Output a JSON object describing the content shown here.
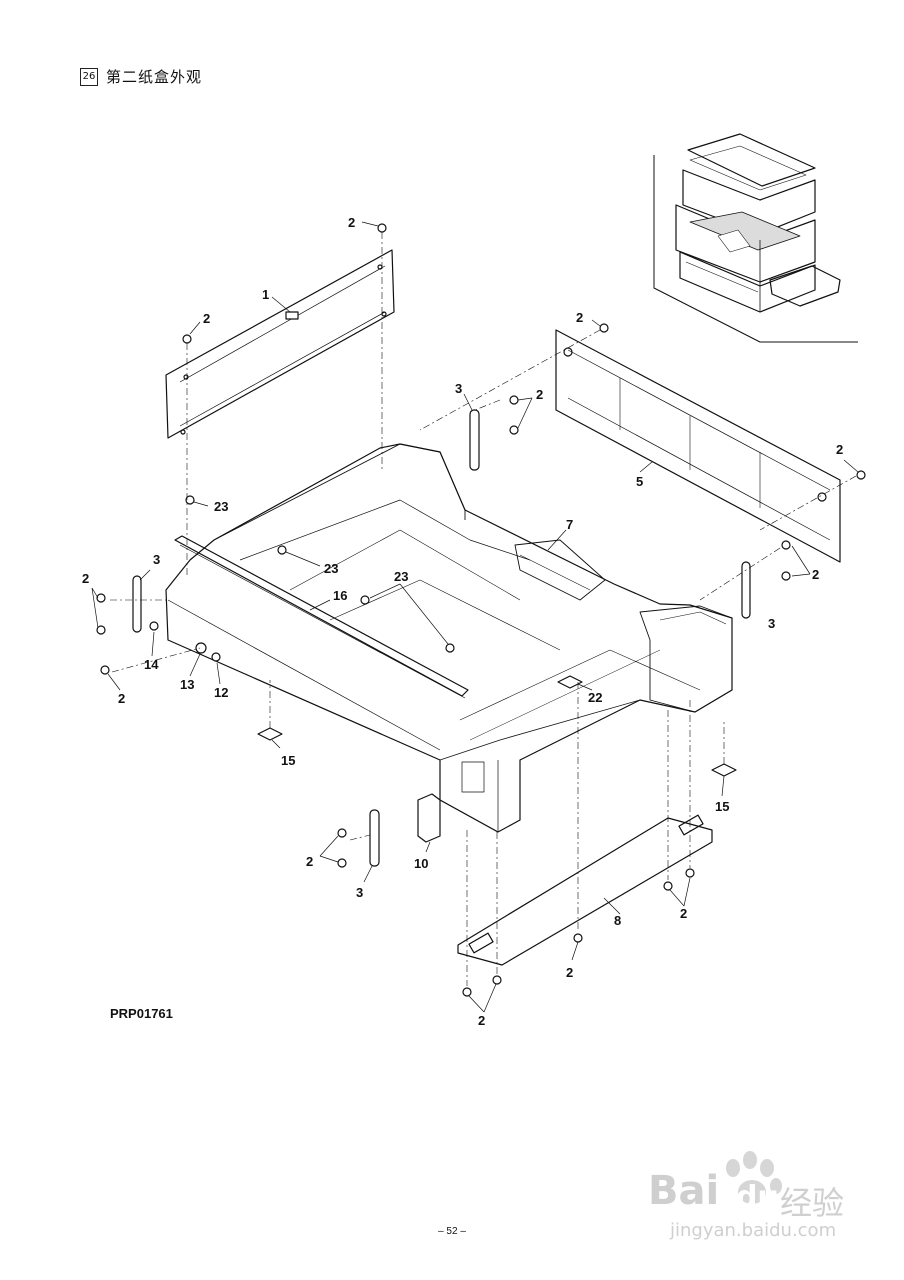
{
  "header": {
    "section_number": "26",
    "title": "第二纸盒外观"
  },
  "drawing_code": "PRP01761",
  "page_number": "– 52 –",
  "watermark": {
    "brand_a": "Bai",
    "brand_b": "du",
    "brand_c": "经验",
    "url": "jingyan.baidu.com"
  },
  "callouts": [
    {
      "id": "c1",
      "text": "2"
    },
    {
      "id": "c2",
      "text": "1"
    },
    {
      "id": "c3",
      "text": "2"
    },
    {
      "id": "c4",
      "text": "2"
    },
    {
      "id": "c5",
      "text": "3"
    },
    {
      "id": "c6",
      "text": "2"
    },
    {
      "id": "c7",
      "text": "5"
    },
    {
      "id": "c8",
      "text": "2"
    },
    {
      "id": "c9",
      "text": "23"
    },
    {
      "id": "c10",
      "text": "7"
    },
    {
      "id": "c11",
      "text": "3"
    },
    {
      "id": "c12",
      "text": "23"
    },
    {
      "id": "c13",
      "text": "2"
    },
    {
      "id": "c14",
      "text": "23"
    },
    {
      "id": "c15",
      "text": "16"
    },
    {
      "id": "c16",
      "text": "2"
    },
    {
      "id": "c17",
      "text": "3"
    },
    {
      "id": "c18",
      "text": "14"
    },
    {
      "id": "c19",
      "text": "13"
    },
    {
      "id": "c20",
      "text": "12"
    },
    {
      "id": "c21",
      "text": "2"
    },
    {
      "id": "c22",
      "text": "22"
    },
    {
      "id": "c23",
      "text": "15"
    },
    {
      "id": "c24",
      "text": "15"
    },
    {
      "id": "c25",
      "text": "2"
    },
    {
      "id": "c26",
      "text": "10"
    },
    {
      "id": "c27",
      "text": "3"
    },
    {
      "id": "c28",
      "text": "8"
    },
    {
      "id": "c29",
      "text": "2"
    },
    {
      "id": "c30",
      "text": "2"
    },
    {
      "id": "c31",
      "text": "2"
    }
  ]
}
